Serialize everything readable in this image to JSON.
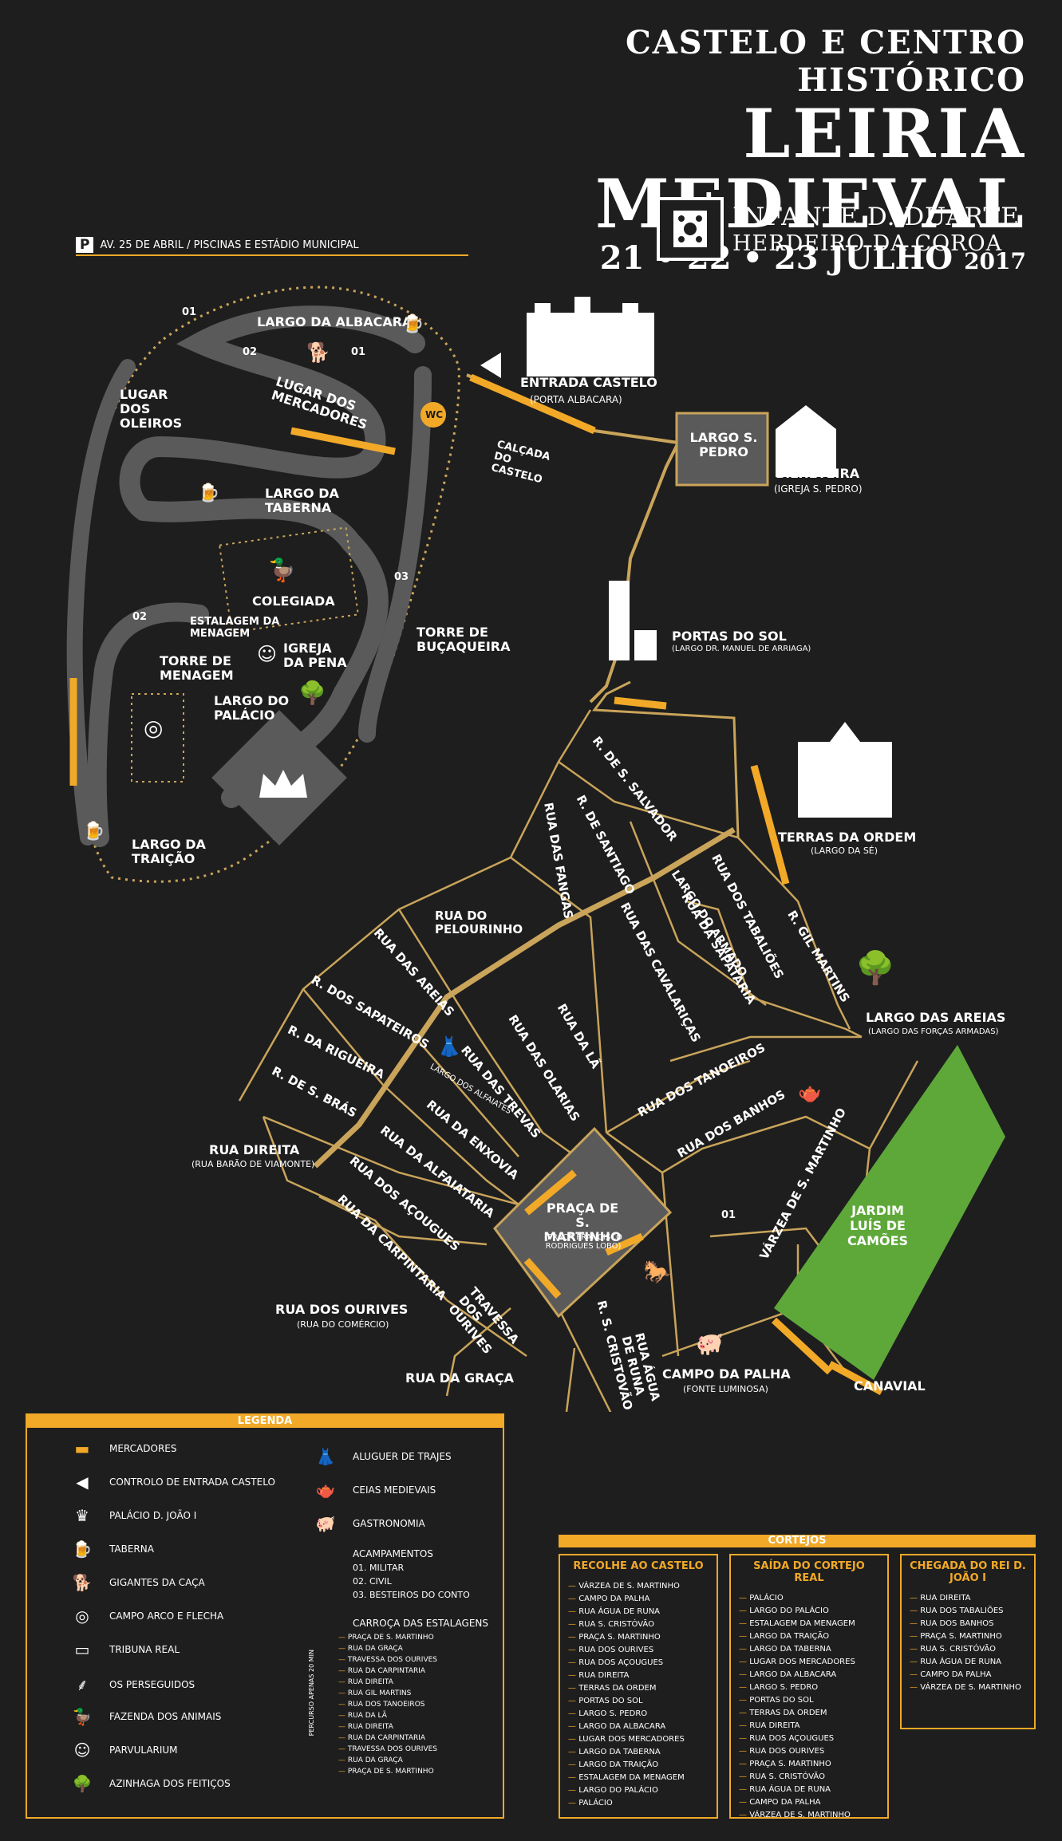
{
  "header": {
    "line1": "CASTELO E CENTRO HISTÓRICO",
    "line2": "LEIRIA MEDIEVAL",
    "dates": "21 • 22 • 23 JULHO",
    "year": "2017",
    "honoree_line1": "INFANTE D. DUARTE",
    "honoree_line2": "HERDEIRO DA COROA"
  },
  "parking": {
    "icon": "parking-icon",
    "label": "AV. 25 DE ABRIL / PISCINAS E ESTÁDIO MUNICIPAL"
  },
  "places": {
    "largo_albacara": "LARGO DA ALBACARA",
    "lugar_oleiros": "LUGAR DOS OLEIROS",
    "lugar_mercadores": "LUGAR DOS MERCADORES",
    "largo_taberna": "LARGO DA TABERNA",
    "colegiada": "COLEGIADA",
    "estalagem": "ESTALAGEM DA MENAGEM",
    "torre_menagem": "TORRE DE MENAGEM",
    "igreja_pena": "IGREJA DA PENA",
    "largo_palacio": "LARGO DO PALÁCIO",
    "torre_bucaqueira": "TORRE DE BUÇAQUEIRA",
    "largo_traicao": "LARGO DA TRAIÇÃO",
    "wc": "WC",
    "entrada_castelo": "ENTRADA CASTELO",
    "entrada_sub": "(PORTA ALBACARA)",
    "calcada": "CALÇADA DO CASTELO",
    "largo_s_pedro": "LARGO S. PEDRO",
    "bilheteira": "BILHETEIRA",
    "bilheteira_sub": "(IGREJA S. PEDRO)",
    "portas_sol": "PORTAS DO SOL",
    "portas_sol_sub": "(LARGO DR. MANUEL DE ARRIAGA)",
    "terras_ordem": "TERRAS DA ORDEM",
    "terras_ordem_sub": "(LARGO DA SÉ)",
    "largo_areias": "LARGO DAS AREIAS",
    "largo_areias_sub": "(LARGO DAS FORÇAS ARMADAS)",
    "jardim": "JARDIM LUÍS DE CAMÕES",
    "praca": "PRAÇA DE S. MARTINHO",
    "praca_sub": "(PRAÇA FRANCISCO RODRIGUES LOBO)",
    "campo_palha": "CAMPO DA PALHA",
    "campo_palha_sub": "(FONTE LUMINOSA)",
    "canavial": "CANAVIAL",
    "rua_direita": "RUA DIREITA",
    "rua_direita_sub": "(RUA BARÃO DE VIAMONTE)",
    "rua_ourives": "RUA DOS OURIVES",
    "rua_ourives_sub": "(RUA DO COMÉRCIO)",
    "rua_graca": "RUA DA GRAÇA",
    "r_s_salvador": "R. DE S. SALVADOR",
    "r_santiago": "R. DE SANTIAGO",
    "rua_fangas": "RUA DAS FANGAS",
    "rua_pelourinho": "RUA DO PELOURINHO",
    "rua_areias": "RUA DAS AREIAS",
    "r_sapateiros": "R. DOS SAPATEIROS",
    "r_rigueira": "R. DA RIGUEIRA",
    "r_s_bras": "R. DE S. BRÁS",
    "largo_armado": "LARGO DO ARMADO",
    "rua_sapataria": "RUA DA SAPATARIA",
    "rua_cavalarias": "RUA DAS CAVALARIÇAS",
    "rua_tabalioes": "RUA DOS TABALIÕES",
    "r_gil_martins": "R. GIL MARTINS",
    "rua_la": "RUA DA LÃ",
    "rua_olarias": "RUA DAS OLARIAS",
    "rua_trevas": "RUA DAS TREVAS",
    "largo_alfaiates": "LARGO DOS ALFAIATES",
    "rua_enxovia": "RUA DA ENXOVIA",
    "rua_alfaiataria": "RUA DA ALFAIATARIA",
    "rua_acougues": "RUA DOS AÇOUGUES",
    "rua_carpintaria": "RUA DA CARPINTARIA",
    "rua_tanoeiros": "RUA DOS TANOEIROS",
    "rua_banhos": "RUA DOS BANHOS",
    "varzea": "VÁRZEA DE S. MARTINHO",
    "travessa_ourives": "TRAVESSA DOS OURIVES",
    "r_s_cristovao": "R. S. CRISTOVÃO",
    "rua_agua_runa": "RUA ÁGUA DE RUNA",
    "camp01": "01",
    "camp02": "02",
    "camp03": "03"
  },
  "legend": {
    "title": "LEGENDA",
    "items": [
      {
        "icon": "merchants-bar-icon",
        "label": "MERCADORES"
      },
      {
        "icon": "castle-entrance-arrow-icon",
        "label": "CONTROLO DE ENTRADA CASTELO"
      },
      {
        "icon": "crown-icon",
        "label": "PALÁCIO D. JOÃO I"
      },
      {
        "icon": "beer-mug-icon",
        "label": "TABERNA"
      },
      {
        "icon": "dog-head-icon",
        "label": "GIGANTES DA CAÇA"
      },
      {
        "icon": "target-icon",
        "label": "CAMPO ARCO E FLECHA"
      },
      {
        "icon": "tribune-icon",
        "label": "TRIBUNA REAL"
      },
      {
        "icon": "scythe-icon",
        "label": "OS PERSEGUIDOS"
      },
      {
        "icon": "duck-icon",
        "label": "FAZENDA DOS ANIMAIS"
      },
      {
        "icon": "child-face-icon",
        "label": "PARVULARIUM"
      },
      {
        "icon": "tree-icon",
        "label": "AZINHAGA DOS FEITIÇOS"
      }
    ],
    "items_right": [
      {
        "icon": "costume-icon",
        "label": "ALUGUER DE TRAJES"
      },
      {
        "icon": "teapot-icon",
        "label": "CEIAS MEDIEVAIS"
      },
      {
        "icon": "pig-icon",
        "label": "GASTRONOMIA"
      }
    ],
    "camps_title": "ACAMPAMENTOS",
    "camps": [
      "01. MILITAR",
      "02. CIVIL",
      "03. BESTEIROS DO CONTO"
    ],
    "carriage_title": "CARROÇA DAS ESTALAGENS",
    "carriage_note": "PERCURSO APENAS 20 MIN",
    "carriage_route": [
      "PRAÇA DE S. MARTINHO",
      "RUA DA GRAÇA",
      "TRAVESSA DOS OURIVES",
      "RUA DA CARPINTARIA",
      "RUA DIREITA",
      "RUA GIL MARTINS",
      "RUA DOS TANOEIROS",
      "RUA DA LÃ",
      "RUA DIREITA",
      "RUA DA CARPINTARIA",
      "TRAVESSA DOS OURIVES",
      "RUA DA GRAÇA",
      "PRAÇA DE S. MARTINHO"
    ]
  },
  "cortejos": {
    "title": "CORTEJOS",
    "columns": [
      {
        "title": "RECOLHE AO CASTELO",
        "items": [
          "VÁRZEA DE S. MARTINHO",
          "CAMPO DA PALHA",
          "RUA ÁGUA DE RUNA",
          "RUA S. CRISTÓVÃO",
          "PRAÇA S. MARTINHO",
          "RUA DOS OURIVES",
          "RUA DOS AÇOUGUES",
          "RUA DIREITA",
          "TERRAS DA ORDEM",
          "PORTAS DO SOL",
          "LARGO S. PEDRO",
          "LARGO DA ALBACARA",
          "LUGAR DOS MERCADORES",
          "LARGO DA TABERNA",
          "LARGO DA TRAIÇÃO",
          "ESTALAGEM DA MENAGEM",
          "LARGO DO PALÁCIO",
          "PALÁCIO"
        ]
      },
      {
        "title": "SAÍDA DO CORTEJO REAL",
        "items": [
          "PALÁCIO",
          "LARGO DO PALÁCIO",
          "ESTALAGEM DA MENAGEM",
          "LARGO DA TRAIÇÃO",
          "LARGO DA TABERNA",
          "LUGAR DOS MERCADORES",
          "LARGO DA ALBACARA",
          "LARGO S. PEDRO",
          "PORTAS DO SOL",
          "TERRAS DA ORDEM",
          "RUA DIREITA",
          "RUA DOS AÇOUGUES",
          "RUA DOS OURIVES",
          "PRAÇA S. MARTINHO",
          "RUA S. CRISTÓVÃO",
          "RUA ÁGUA DE RUNA",
          "CAMPO DA PALHA",
          "VÁRZEA DE S. MARTINHO"
        ]
      },
      {
        "title": "CHEGADA DO REI D. JOÃO I",
        "items": [
          "RUA DIREITA",
          "RUA DOS TABALIÕES",
          "RUA DOS BANHOS",
          "PRAÇA S. MARTINHO",
          "RUA S. CRISTÓVÃO",
          "RUA ÁGUA DE RUNA",
          "CAMPO DA PALHA",
          "VÁRZEA DE S. MARTINHO"
        ]
      }
    ]
  },
  "colors": {
    "accent": "#f2a928",
    "bg": "#1e1e1e",
    "road": "#5a5a5a",
    "garden": "#5ea83a",
    "outline": "#c9a45a"
  }
}
